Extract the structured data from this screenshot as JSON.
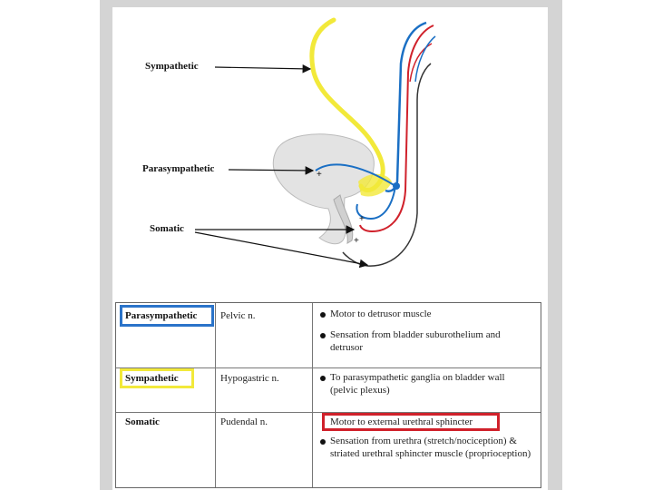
{
  "diagram": {
    "labels": {
      "sympathetic": "Sympathetic",
      "parasympathetic": "Parasympathetic",
      "somatic": "Somatic"
    },
    "colors": {
      "sympathetic": "#f2e93a",
      "parasympathetic": "#1a6fc4",
      "somatic": "#333333",
      "red_pathway": "#d0212b",
      "bladder": "#e3e3e3"
    }
  },
  "table": {
    "rows": [
      {
        "system": "Parasympathetic",
        "nerve": "Pelvic n.",
        "functions": [
          "Motor to detrusor muscle",
          "Sensation from bladder suburothelium and detrusor"
        ],
        "highlight": "#2a73c9"
      },
      {
        "system": "Sympathetic",
        "nerve": "Hypogastric n.",
        "functions": [
          "To parasympathetic ganglia on bladder wall (pelvic plexus)"
        ],
        "highlight": "#f2e93a"
      },
      {
        "system": "Somatic",
        "nerve": "Pudendal n.",
        "functions": [
          "Motor to external urethral sphincter",
          "Sensation from urethra (stretch/nociception) & striated urethral sphincter muscle (proprioception)"
        ],
        "highlight_function": "#d0212b"
      }
    ]
  }
}
